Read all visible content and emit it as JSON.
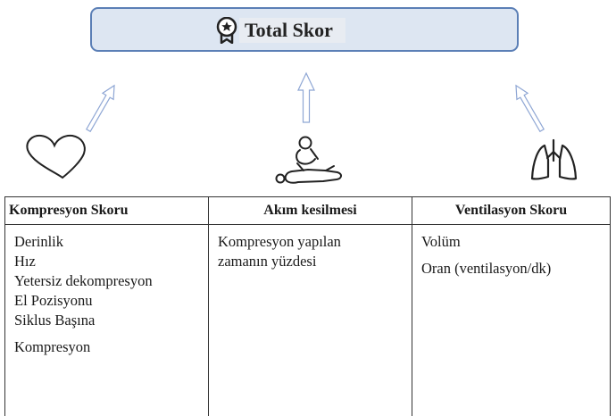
{
  "header": {
    "title": "Total Skor",
    "icon": "award-icon"
  },
  "icons": [
    "heart-icon",
    "cpr-icon",
    "lungs-icon"
  ],
  "colors": {
    "box_fill": "#dde6f2",
    "box_border": "#5b7fb6",
    "arrow": "#8ea6d4"
  },
  "table": {
    "headers": [
      "Kompresyon Skoru",
      "Akım kesilmesi",
      "Ventilasyon Skoru"
    ],
    "compression": [
      "Derinlik",
      "Hız",
      "Yetersiz dekompresyon",
      "El Pozisyonu",
      "Siklus Başına",
      "Kompresyon"
    ],
    "interruption": [
      "Kompresyon yapılan",
      "zamanın yüzdesi"
    ],
    "ventilation": [
      "Volüm",
      "Oran (ventilasyon/dk)"
    ]
  }
}
